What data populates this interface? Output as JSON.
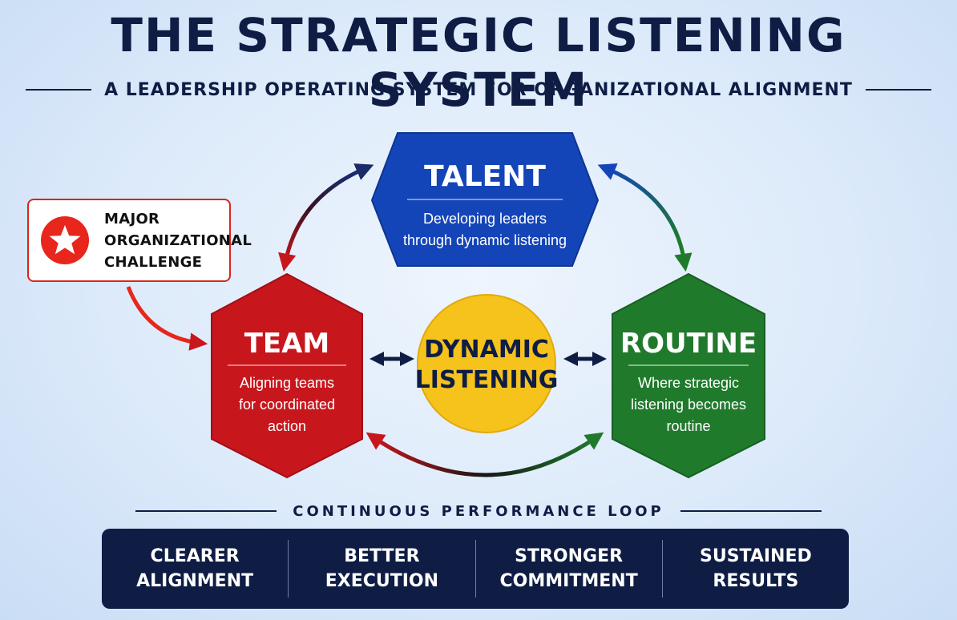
{
  "header": {
    "title": "THE STRATEGIC LISTENING SYSTEM",
    "subtitle": "A LEADERSHIP OPERATING SYSTEM FOR ORGANIZATIONAL ALIGNMENT"
  },
  "nodes": {
    "talent": {
      "label": "TALENT",
      "desc_line1": "Developing leaders",
      "desc_line2": "through dynamic listening",
      "color": "#1445b8"
    },
    "team": {
      "label": "TEAM",
      "desc_line1": "Aligning teams",
      "desc_line2": "for coordinated",
      "desc_line3": "action",
      "color": "#c8161d"
    },
    "routine": {
      "label": "ROUTINE",
      "desc_line1": "Where strategic",
      "desc_line2": "listening becomes",
      "desc_line3": "routine",
      "color": "#207a2c"
    },
    "center": {
      "line1": "DYNAMIC",
      "line2": "LISTENING",
      "color": "#f6c21c"
    }
  },
  "challenge": {
    "line1": "MAJOR",
    "line2": "ORGANIZATIONAL",
    "line3": "CHALLENGE",
    "icon": "star-icon",
    "color": "#d7261f"
  },
  "loop": {
    "label": "CONTINUOUS PERFORMANCE LOOP"
  },
  "outcomes": [
    {
      "line1": "CLEARER",
      "line2": "ALIGNMENT"
    },
    {
      "line1": "BETTER",
      "line2": "EXECUTION"
    },
    {
      "line1": "STRONGER",
      "line2": "COMMITMENT"
    },
    {
      "line1": "SUSTAINED",
      "line2": "RESULTS"
    }
  ],
  "colors": {
    "navy": "#0f1d45",
    "background": "#dceafa"
  }
}
